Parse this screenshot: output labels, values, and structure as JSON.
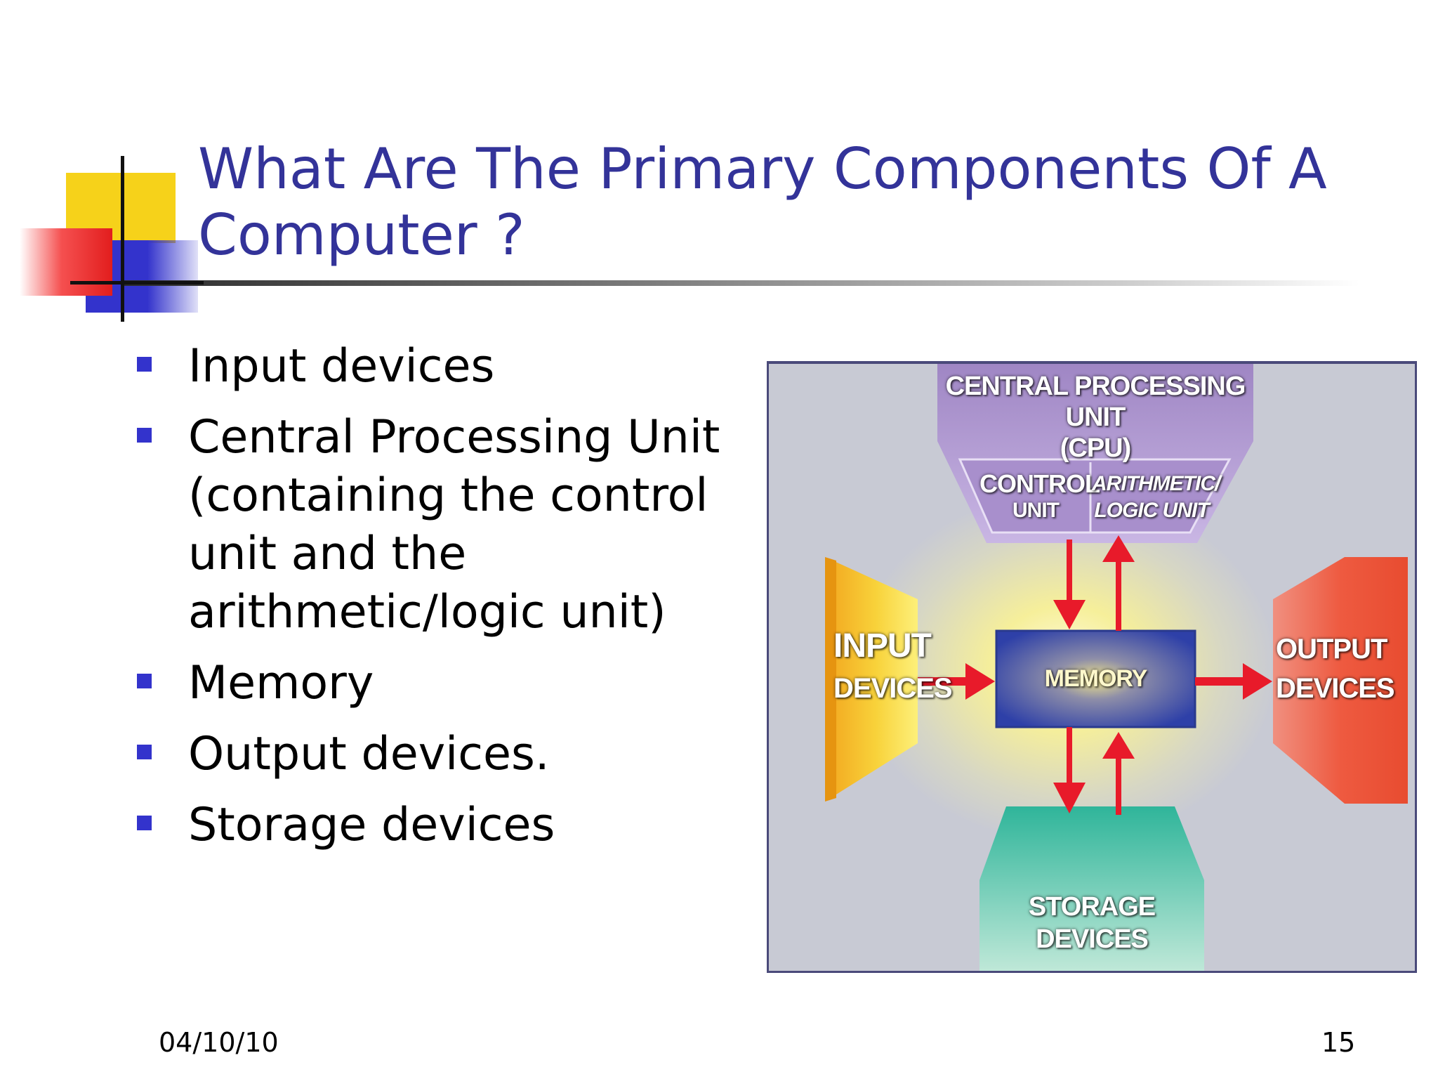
{
  "slide": {
    "title_line1": "What Are The Primary Components Of A",
    "title_line2": "Computer ?",
    "bullets": [
      "Input devices",
      "Central Processing Unit (containing the control unit and the arithmetic/logic unit)",
      "Memory",
      "Output devices.",
      "Storage devices"
    ],
    "footer_date": "04/10/10",
    "page_number": "15",
    "colors": {
      "title": "#333399",
      "bullet": "#3333cc"
    }
  },
  "diagram": {
    "cpu_title_line1": "CENTRAL PROCESSING UNIT",
    "cpu_title_line2": "(CPU)",
    "control_line1": "CONTROL",
    "control_line2": "UNIT",
    "alu_line1": "ARITHMETIC/",
    "alu_line2": "LOGIC UNIT",
    "memory": "MEMORY",
    "input_line1": "INPUT",
    "input_line2": "DEVICES",
    "output_line1": "OUTPUT",
    "output_line2": "DEVICES",
    "storage_line1": "STORAGE",
    "storage_line2": "DEVICES"
  }
}
